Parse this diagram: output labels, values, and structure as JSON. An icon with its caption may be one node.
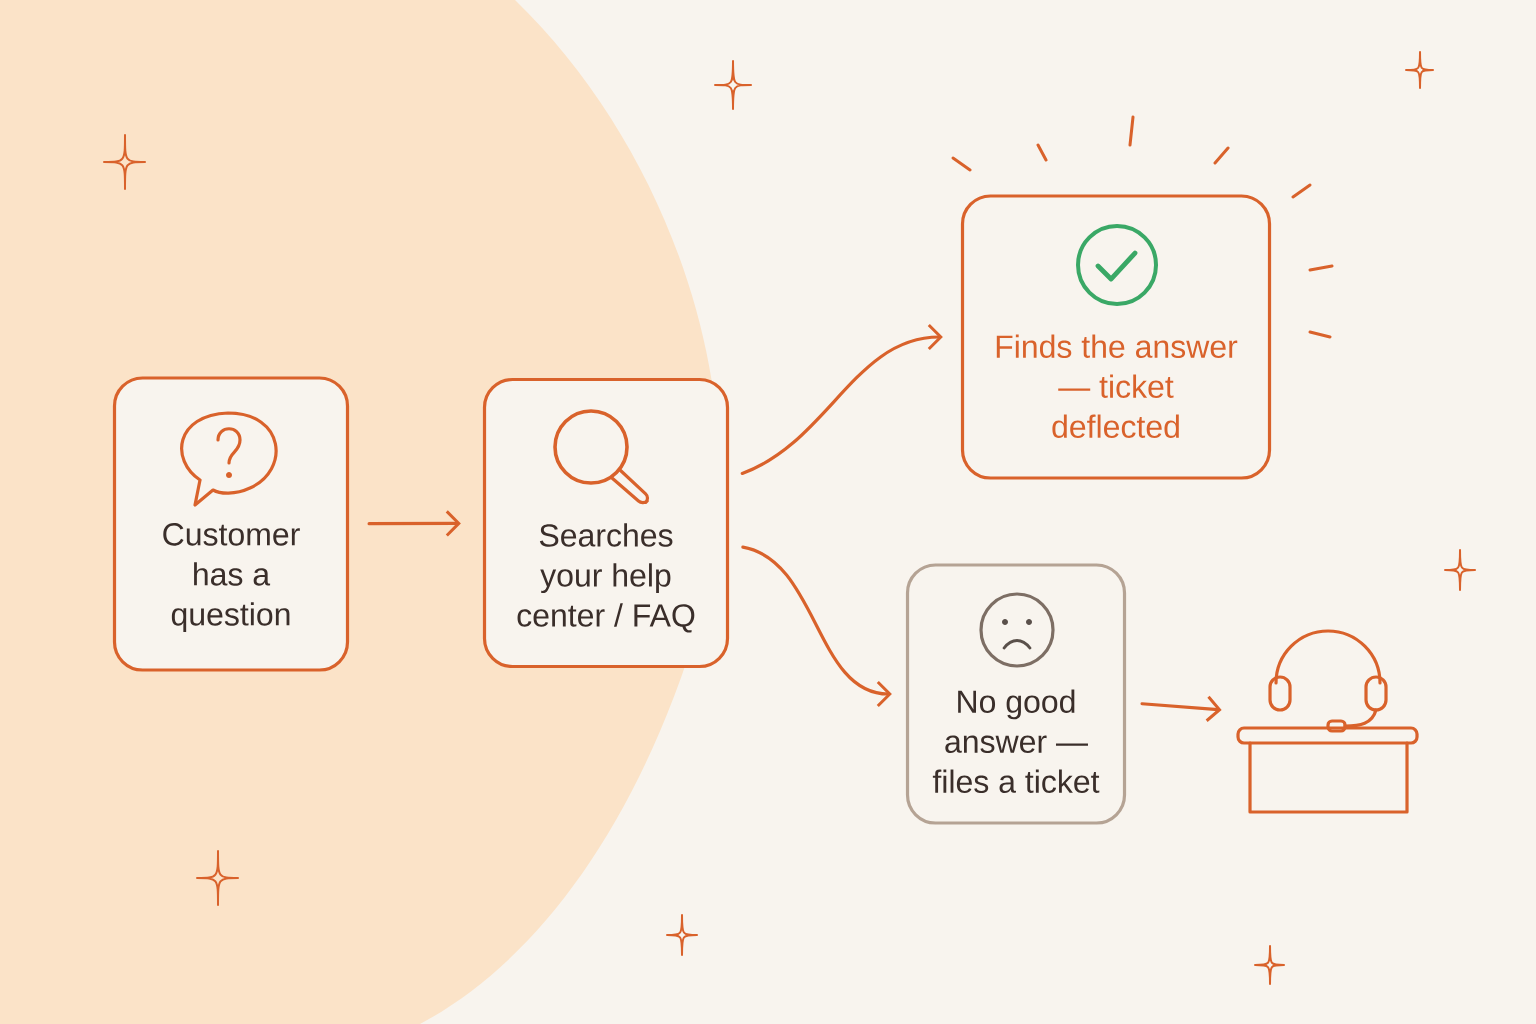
{
  "diagram": {
    "nodes": [
      {
        "text": [
          "Customer has a question"
        ]
      },
      {
        "text": [
          "Searches your help center / FAQ"
        ]
      },
      {
        "text": [
          "Finds the answer — ticket deflected"
        ]
      },
      {
        "text": [
          "No good answer — files a ticket"
        ]
      },
      {
        "text": [],
        "shape": "picture"
      }
    ],
    "edges": [
      {
        "from": 0,
        "to": 1,
        "arrow": "to"
      },
      {
        "from": 1,
        "to": 2,
        "arrow": "to"
      },
      {
        "from": 1,
        "to": 3,
        "arrow": "to"
      },
      {
        "from": 3,
        "to": 4,
        "arrow": "to"
      }
    ]
  }
}
